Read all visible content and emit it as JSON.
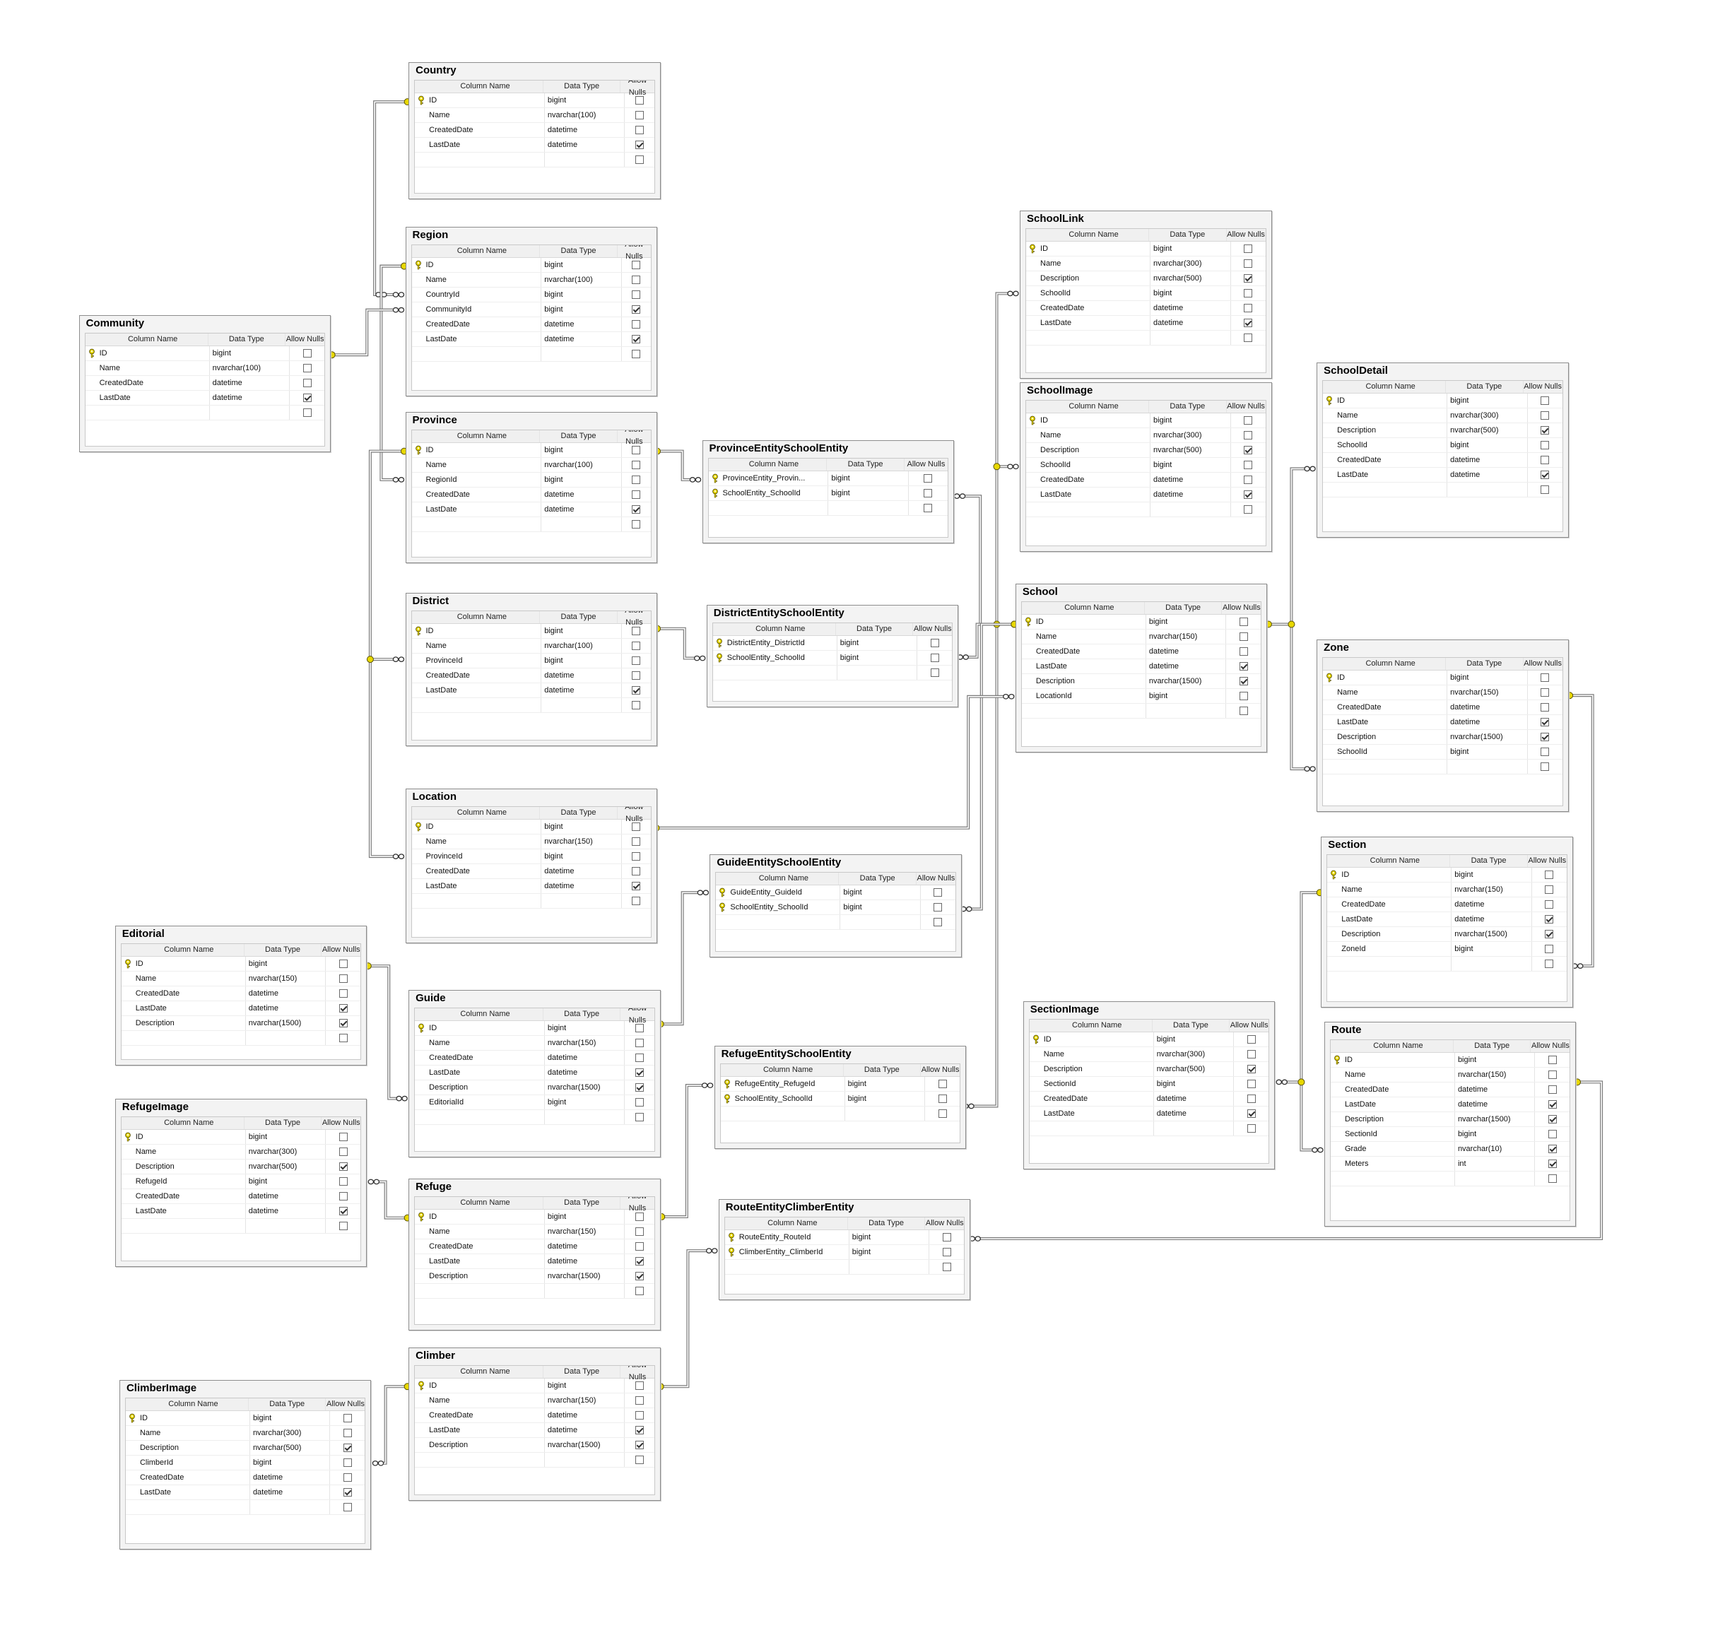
{
  "headers": {
    "name": "Column Name",
    "type": "Data Type",
    "nulls": "Allow Nulls"
  },
  "colors": {
    "key": "#e8d800",
    "connector": "#7a7a7a"
  },
  "tables": [
    {
      "id": "country",
      "title": "Country",
      "columns": [
        {
          "name": "ID",
          "type": "bigint",
          "nulls": false,
          "pk": true
        },
        {
          "name": "Name",
          "type": "nvarchar(100)",
          "nulls": false
        },
        {
          "name": "CreatedDate",
          "type": "datetime",
          "nulls": false
        },
        {
          "name": "LastDate",
          "type": "datetime",
          "nulls": true
        }
      ]
    },
    {
      "id": "region",
      "title": "Region",
      "columns": [
        {
          "name": "ID",
          "type": "bigint",
          "nulls": false,
          "pk": true
        },
        {
          "name": "Name",
          "type": "nvarchar(100)",
          "nulls": false
        },
        {
          "name": "CountryId",
          "type": "bigint",
          "nulls": false
        },
        {
          "name": "CommunityId",
          "type": "bigint",
          "nulls": true
        },
        {
          "name": "CreatedDate",
          "type": "datetime",
          "nulls": false
        },
        {
          "name": "LastDate",
          "type": "datetime",
          "nulls": true
        }
      ]
    },
    {
      "id": "community",
      "title": "Community",
      "columns": [
        {
          "name": "ID",
          "type": "bigint",
          "nulls": false,
          "pk": true
        },
        {
          "name": "Name",
          "type": "nvarchar(100)",
          "nulls": false
        },
        {
          "name": "CreatedDate",
          "type": "datetime",
          "nulls": false
        },
        {
          "name": "LastDate",
          "type": "datetime",
          "nulls": true
        }
      ]
    },
    {
      "id": "province",
      "title": "Province",
      "columns": [
        {
          "name": "ID",
          "type": "bigint",
          "nulls": false,
          "pk": true
        },
        {
          "name": "Name",
          "type": "nvarchar(100)",
          "nulls": false
        },
        {
          "name": "RegionId",
          "type": "bigint",
          "nulls": false
        },
        {
          "name": "CreatedDate",
          "type": "datetime",
          "nulls": false
        },
        {
          "name": "LastDate",
          "type": "datetime",
          "nulls": true
        }
      ]
    },
    {
      "id": "provinceschool",
      "title": "ProvinceEntitySchoolEntity",
      "columns": [
        {
          "name": "ProvinceEntity_Provin...",
          "type": "bigint",
          "nulls": false,
          "pk": true
        },
        {
          "name": "SchoolEntity_SchoolId",
          "type": "bigint",
          "nulls": false,
          "pk": true
        }
      ]
    },
    {
      "id": "district",
      "title": "District",
      "columns": [
        {
          "name": "ID",
          "type": "bigint",
          "nulls": false,
          "pk": true
        },
        {
          "name": "Name",
          "type": "nvarchar(100)",
          "nulls": false
        },
        {
          "name": "ProvinceId",
          "type": "bigint",
          "nulls": false
        },
        {
          "name": "CreatedDate",
          "type": "datetime",
          "nulls": false
        },
        {
          "name": "LastDate",
          "type": "datetime",
          "nulls": true
        }
      ]
    },
    {
      "id": "districtschool",
      "title": "DistrictEntitySchoolEntity",
      "columns": [
        {
          "name": "DistrictEntity_DistrictId",
          "type": "bigint",
          "nulls": false,
          "pk": true
        },
        {
          "name": "SchoolEntity_SchoolId",
          "type": "bigint",
          "nulls": false,
          "pk": true
        }
      ]
    },
    {
      "id": "location",
      "title": "Location",
      "columns": [
        {
          "name": "ID",
          "type": "bigint",
          "nulls": false,
          "pk": true
        },
        {
          "name": "Name",
          "type": "nvarchar(150)",
          "nulls": false
        },
        {
          "name": "ProvinceId",
          "type": "bigint",
          "nulls": false
        },
        {
          "name": "CreatedDate",
          "type": "datetime",
          "nulls": false
        },
        {
          "name": "LastDate",
          "type": "datetime",
          "nulls": true
        }
      ]
    },
    {
      "id": "guideschool",
      "title": "GuideEntitySchoolEntity",
      "columns": [
        {
          "name": "GuideEntity_GuideId",
          "type": "bigint",
          "nulls": false,
          "pk": true
        },
        {
          "name": "SchoolEntity_SchoolId",
          "type": "bigint",
          "nulls": false,
          "pk": true
        }
      ]
    },
    {
      "id": "editorial",
      "title": "Editorial",
      "columns": [
        {
          "name": "ID",
          "type": "bigint",
          "nulls": false,
          "pk": true
        },
        {
          "name": "Name",
          "type": "nvarchar(150)",
          "nulls": false
        },
        {
          "name": "CreatedDate",
          "type": "datetime",
          "nulls": false
        },
        {
          "name": "LastDate",
          "type": "datetime",
          "nulls": true
        },
        {
          "name": "Description",
          "type": "nvarchar(1500)",
          "nulls": true
        }
      ]
    },
    {
      "id": "guide",
      "title": "Guide",
      "columns": [
        {
          "name": "ID",
          "type": "bigint",
          "nulls": false,
          "pk": true
        },
        {
          "name": "Name",
          "type": "nvarchar(150)",
          "nulls": false
        },
        {
          "name": "CreatedDate",
          "type": "datetime",
          "nulls": false
        },
        {
          "name": "LastDate",
          "type": "datetime",
          "nulls": true
        },
        {
          "name": "Description",
          "type": "nvarchar(1500)",
          "nulls": true
        },
        {
          "name": "EditorialId",
          "type": "bigint",
          "nulls": false
        }
      ]
    },
    {
      "id": "refugeimage",
      "title": "RefugeImage",
      "columns": [
        {
          "name": "ID",
          "type": "bigint",
          "nulls": false,
          "pk": true
        },
        {
          "name": "Name",
          "type": "nvarchar(300)",
          "nulls": false
        },
        {
          "name": "Description",
          "type": "nvarchar(500)",
          "nulls": true
        },
        {
          "name": "RefugeId",
          "type": "bigint",
          "nulls": false
        },
        {
          "name": "CreatedDate",
          "type": "datetime",
          "nulls": false
        },
        {
          "name": "LastDate",
          "type": "datetime",
          "nulls": true
        }
      ]
    },
    {
      "id": "refugeschool",
      "title": "RefugeEntitySchoolEntity",
      "columns": [
        {
          "name": "RefugeEntity_RefugeId",
          "type": "bigint",
          "nulls": false,
          "pk": true
        },
        {
          "name": "SchoolEntity_SchoolId",
          "type": "bigint",
          "nulls": false,
          "pk": true
        }
      ]
    },
    {
      "id": "refuge",
      "title": "Refuge",
      "columns": [
        {
          "name": "ID",
          "type": "bigint",
          "nulls": false,
          "pk": true
        },
        {
          "name": "Name",
          "type": "nvarchar(150)",
          "nulls": false
        },
        {
          "name": "CreatedDate",
          "type": "datetime",
          "nulls": false
        },
        {
          "name": "LastDate",
          "type": "datetime",
          "nulls": true
        },
        {
          "name": "Description",
          "type": "nvarchar(1500)",
          "nulls": true
        }
      ]
    },
    {
      "id": "routeclimber",
      "title": "RouteEntityClimberEntity",
      "columns": [
        {
          "name": "RouteEntity_RouteId",
          "type": "bigint",
          "nulls": false,
          "pk": true
        },
        {
          "name": "ClimberEntity_ClimberId",
          "type": "bigint",
          "nulls": false,
          "pk": true
        }
      ]
    },
    {
      "id": "climber",
      "title": "Climber",
      "columns": [
        {
          "name": "ID",
          "type": "bigint",
          "nulls": false,
          "pk": true
        },
        {
          "name": "Name",
          "type": "nvarchar(150)",
          "nulls": false
        },
        {
          "name": "CreatedDate",
          "type": "datetime",
          "nulls": false
        },
        {
          "name": "LastDate",
          "type": "datetime",
          "nulls": true
        },
        {
          "name": "Description",
          "type": "nvarchar(1500)",
          "nulls": true
        }
      ]
    },
    {
      "id": "climberimage",
      "title": "ClimberImage",
      "columns": [
        {
          "name": "ID",
          "type": "bigint",
          "nulls": false,
          "pk": true
        },
        {
          "name": "Name",
          "type": "nvarchar(300)",
          "nulls": false
        },
        {
          "name": "Description",
          "type": "nvarchar(500)",
          "nulls": true
        },
        {
          "name": "ClimberId",
          "type": "bigint",
          "nulls": false
        },
        {
          "name": "CreatedDate",
          "type": "datetime",
          "nulls": false
        },
        {
          "name": "LastDate",
          "type": "datetime",
          "nulls": true
        }
      ]
    },
    {
      "id": "schoollink",
      "title": "SchoolLink",
      "columns": [
        {
          "name": "ID",
          "type": "bigint",
          "nulls": false,
          "pk": true
        },
        {
          "name": "Name",
          "type": "nvarchar(300)",
          "nulls": false
        },
        {
          "name": "Description",
          "type": "nvarchar(500)",
          "nulls": true
        },
        {
          "name": "SchoolId",
          "type": "bigint",
          "nulls": false
        },
        {
          "name": "CreatedDate",
          "type": "datetime",
          "nulls": false
        },
        {
          "name": "LastDate",
          "type": "datetime",
          "nulls": true
        }
      ]
    },
    {
      "id": "schoolimage",
      "title": "SchoolImage",
      "columns": [
        {
          "name": "ID",
          "type": "bigint",
          "nulls": false,
          "pk": true
        },
        {
          "name": "Name",
          "type": "nvarchar(300)",
          "nulls": false
        },
        {
          "name": "Description",
          "type": "nvarchar(500)",
          "nulls": true
        },
        {
          "name": "SchoolId",
          "type": "bigint",
          "nulls": false
        },
        {
          "name": "CreatedDate",
          "type": "datetime",
          "nulls": false
        },
        {
          "name": "LastDate",
          "type": "datetime",
          "nulls": true
        }
      ]
    },
    {
      "id": "school",
      "title": "School",
      "columns": [
        {
          "name": "ID",
          "type": "bigint",
          "nulls": false,
          "pk": true
        },
        {
          "name": "Name",
          "type": "nvarchar(150)",
          "nulls": false
        },
        {
          "name": "CreatedDate",
          "type": "datetime",
          "nulls": false
        },
        {
          "name": "LastDate",
          "type": "datetime",
          "nulls": true
        },
        {
          "name": "Description",
          "type": "nvarchar(1500)",
          "nulls": true
        },
        {
          "name": "LocationId",
          "type": "bigint",
          "nulls": false
        }
      ]
    },
    {
      "id": "sectionimage",
      "title": "SectionImage",
      "columns": [
        {
          "name": "ID",
          "type": "bigint",
          "nulls": false,
          "pk": true
        },
        {
          "name": "Name",
          "type": "nvarchar(300)",
          "nulls": false
        },
        {
          "name": "Description",
          "type": "nvarchar(500)",
          "nulls": true
        },
        {
          "name": "SectionId",
          "type": "bigint",
          "nulls": false
        },
        {
          "name": "CreatedDate",
          "type": "datetime",
          "nulls": false
        },
        {
          "name": "LastDate",
          "type": "datetime",
          "nulls": true
        }
      ]
    },
    {
      "id": "schooldetail",
      "title": "SchoolDetail",
      "columns": [
        {
          "name": "ID",
          "type": "bigint",
          "nulls": false,
          "pk": true
        },
        {
          "name": "Name",
          "type": "nvarchar(300)",
          "nulls": false
        },
        {
          "name": "Description",
          "type": "nvarchar(500)",
          "nulls": true
        },
        {
          "name": "SchoolId",
          "type": "bigint",
          "nulls": false
        },
        {
          "name": "CreatedDate",
          "type": "datetime",
          "nulls": false
        },
        {
          "name": "LastDate",
          "type": "datetime",
          "nulls": true
        }
      ]
    },
    {
      "id": "zone",
      "title": "Zone",
      "columns": [
        {
          "name": "ID",
          "type": "bigint",
          "nulls": false,
          "pk": true
        },
        {
          "name": "Name",
          "type": "nvarchar(150)",
          "nulls": false
        },
        {
          "name": "CreatedDate",
          "type": "datetime",
          "nulls": false
        },
        {
          "name": "LastDate",
          "type": "datetime",
          "nulls": true
        },
        {
          "name": "Description",
          "type": "nvarchar(1500)",
          "nulls": true
        },
        {
          "name": "SchoolId",
          "type": "bigint",
          "nulls": false
        }
      ]
    },
    {
      "id": "section",
      "title": "Section",
      "columns": [
        {
          "name": "ID",
          "type": "bigint",
          "nulls": false,
          "pk": true
        },
        {
          "name": "Name",
          "type": "nvarchar(150)",
          "nulls": false
        },
        {
          "name": "CreatedDate",
          "type": "datetime",
          "nulls": false
        },
        {
          "name": "LastDate",
          "type": "datetime",
          "nulls": true
        },
        {
          "name": "Description",
          "type": "nvarchar(1500)",
          "nulls": true
        },
        {
          "name": "ZoneId",
          "type": "bigint",
          "nulls": false
        }
      ]
    },
    {
      "id": "route",
      "title": "Route",
      "columns": [
        {
          "name": "ID",
          "type": "bigint",
          "nulls": false,
          "pk": true
        },
        {
          "name": "Name",
          "type": "nvarchar(150)",
          "nulls": false
        },
        {
          "name": "CreatedDate",
          "type": "datetime",
          "nulls": false
        },
        {
          "name": "LastDate",
          "type": "datetime",
          "nulls": true
        },
        {
          "name": "Description",
          "type": "nvarchar(1500)",
          "nulls": true
        },
        {
          "name": "SectionId",
          "type": "bigint",
          "nulls": false
        },
        {
          "name": "Grade",
          "type": "nvarchar(10)",
          "nulls": true
        },
        {
          "name": "Meters",
          "type": "int",
          "nulls": true
        }
      ]
    }
  ]
}
